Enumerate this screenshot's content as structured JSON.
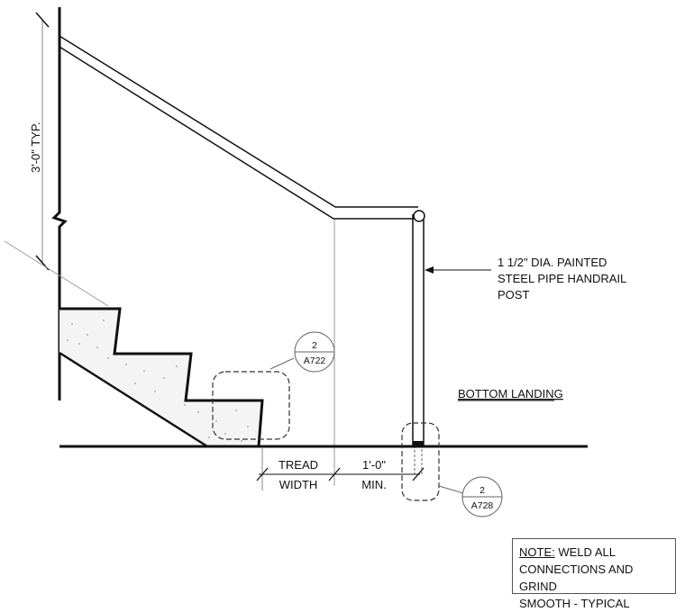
{
  "dimensions": {
    "rail_height": "3'-0\" TYP.",
    "tread_top": "TREAD",
    "tread_bottom": "WIDTH",
    "min_top": "1'-0\"",
    "min_bottom": "MIN."
  },
  "callouts": {
    "pipe_post": [
      "1 1/2\" DIA. PAINTED",
      "STEEL PIPE HANDRAIL",
      "POST"
    ],
    "bottom_landing": "BOTTOM LANDING"
  },
  "detail_refs": [
    {
      "number": "2",
      "sheet": "A722"
    },
    {
      "number": "2",
      "sheet": "A728"
    }
  ],
  "note": {
    "label": "NOTE:",
    "lines": [
      "WELD ALL",
      "CONNECTIONS AND GRIND",
      "SMOOTH - TYPICAL"
    ]
  }
}
